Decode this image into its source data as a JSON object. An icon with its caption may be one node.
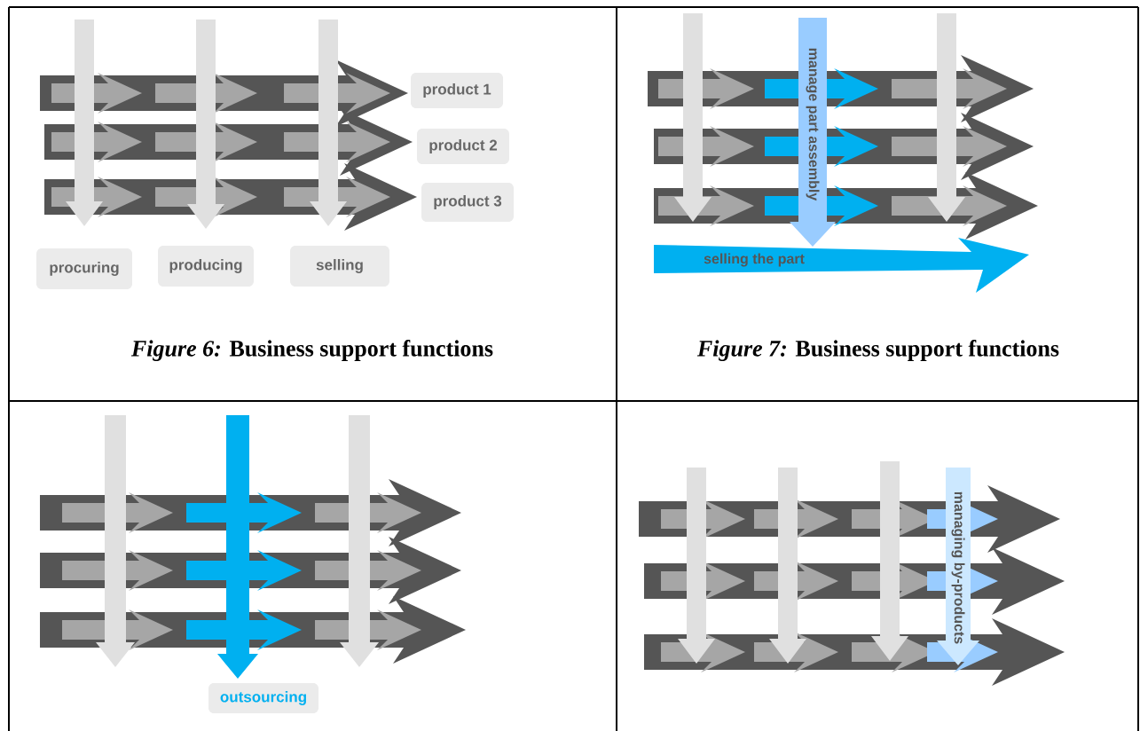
{
  "diagram": {
    "nodes": [
      {
        "text": [
          "product 1"
        ]
      },
      {
        "text": [
          "product 2"
        ]
      },
      {
        "text": [
          "product 3"
        ]
      },
      {
        "text": [
          "procuring"
        ]
      },
      {
        "text": [
          "producing"
        ]
      },
      {
        "text": [
          "selling"
        ]
      },
      {
        "text": [
          "outsourcing"
        ]
      }
    ],
    "labels": [
      "manage part assembly",
      "selling the part",
      "*Figure 6:* Business support functions",
      "*Figure 7:* Business support functions",
      "managing by-products"
    ]
  }
}
